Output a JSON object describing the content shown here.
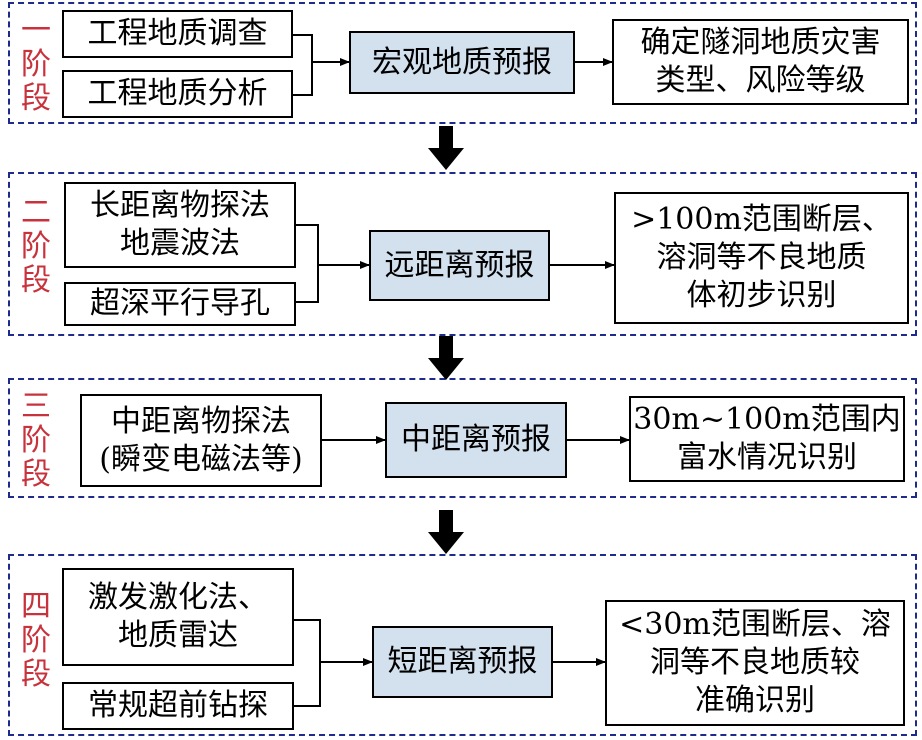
{
  "stages": [
    {
      "label": [
        "一",
        "阶",
        "段"
      ],
      "inputs": [
        [
          "工程地质调查"
        ],
        [
          "工程地质分析"
        ]
      ],
      "center": "宏观地质预报",
      "result": [
        "确定隧洞地质灾害",
        "类型、风险等级"
      ]
    },
    {
      "label": [
        "二",
        "阶",
        "段"
      ],
      "inputs": [
        [
          "长距离物探法",
          "地震波法"
        ],
        [
          "超深平行导孔"
        ]
      ],
      "center": "远距离预报",
      "result": [
        ">100m范围断层、",
        "溶洞等不良地质",
        "体初步识别"
      ]
    },
    {
      "label": [
        "三",
        "阶",
        "段"
      ],
      "inputs": [
        [
          "中距离物探法",
          "(瞬变电磁法等)"
        ]
      ],
      "center": "中距离预报",
      "result": [
        "30m~100m范围内",
        "富水情况识别"
      ]
    },
    {
      "label": [
        "四",
        "阶",
        "段"
      ],
      "inputs": [
        [
          "激发激化法、",
          "地质雷达"
        ],
        [
          "常规超前钻探"
        ]
      ],
      "center": "短距离预报",
      "result": [
        "<30m范围断层、溶",
        "洞等不良地质较",
        "准确识别"
      ]
    }
  ],
  "colors": {
    "stage_border": "#1f2b8c",
    "stage_label": "#c8323c",
    "center_fill": "#d3e0ee"
  }
}
